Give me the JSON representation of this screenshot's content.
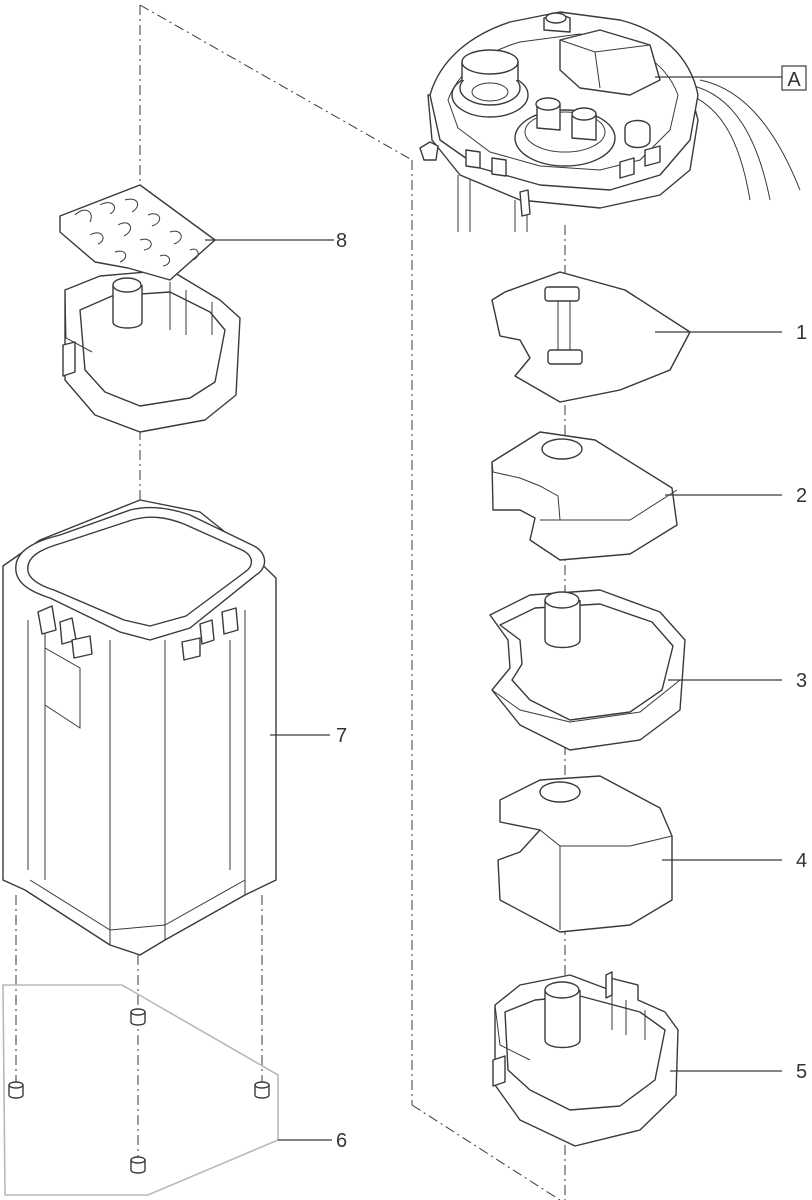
{
  "callouts": {
    "A": "A",
    "p1": "1",
    "p2": "2",
    "p3": "3",
    "p4": "4",
    "p5": "5",
    "p6": "6",
    "p7": "7",
    "p8": "8"
  }
}
